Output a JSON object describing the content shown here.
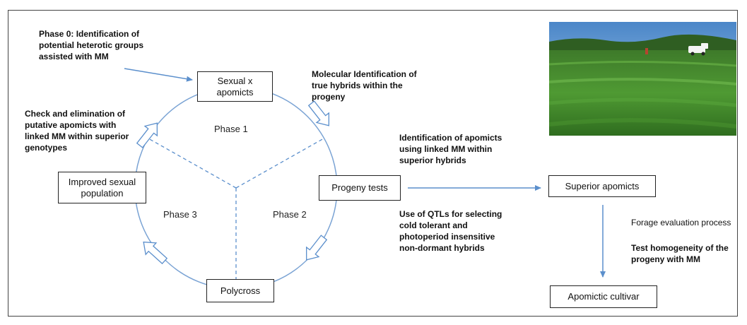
{
  "notes": {
    "phase0": "Phase 0: Identification of\npotential heterotic groups\nassisted with MM",
    "molecular_id": "Molecular Identification of\ntrue hybrids within the\nprogeny",
    "check_elimination": "Check and elimination of\nputative apomicts with\nlinked MM within superior\ngenotypes",
    "identification_apomicts": "Identification of apomicts\nusing linked MM within\nsuperior hybrids",
    "qtls": "Use of QTLs  for selecting\ncold tolerant and\nphotoperiod insensitive\nnon-dormant hybrids",
    "forage_eval": "Forage evaluation process",
    "test_homogeneity": "Test homogeneity of the\nprogeny with MM"
  },
  "boxes": {
    "sexual_apomicts": "Sexual x\napomicts",
    "progeny_tests": "Progeny tests",
    "polycross": "Polycross",
    "improved_population": "Improved sexual\npopulation",
    "superior_apomicts": "Superior  apomicts",
    "apomictic_cultivar": "Apomictic  cultivar"
  },
  "phases": {
    "phase1": "Phase 1",
    "phase2": "Phase 2",
    "phase3": "Phase 3"
  },
  "colors": {
    "arrow": "#5b8fcc",
    "circle": "#7aa3d4",
    "box_border": "#222222"
  }
}
